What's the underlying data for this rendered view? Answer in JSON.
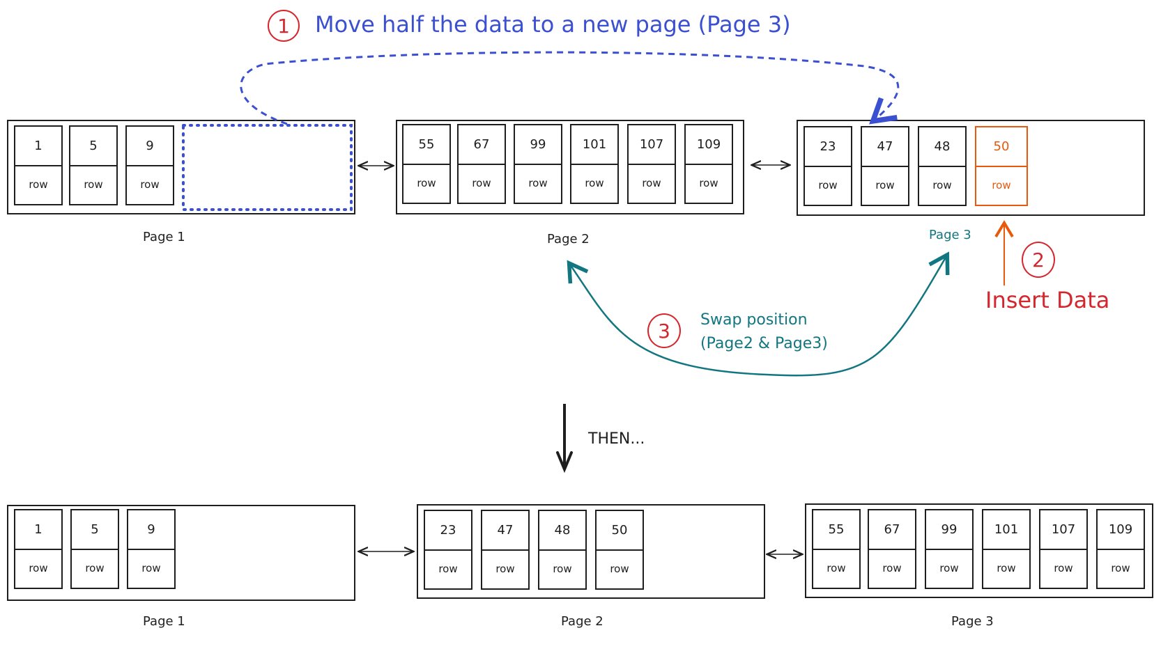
{
  "colors": {
    "blue": "#3b4fd1",
    "red": "#d6262d",
    "orange": "#e8590c",
    "teal": "#127681",
    "black": "#1e1e1e"
  },
  "before": {
    "page1": {
      "label": "Page 1",
      "cells": [
        {
          "key": "1",
          "row": "row"
        },
        {
          "key": "5",
          "row": "row"
        },
        {
          "key": "9",
          "row": "row"
        }
      ]
    },
    "page2": {
      "label": "Page 2",
      "cells": [
        {
          "key": "55",
          "row": "row"
        },
        {
          "key": "67",
          "row": "row"
        },
        {
          "key": "99",
          "row": "row"
        },
        {
          "key": "101",
          "row": "row"
        },
        {
          "key": "107",
          "row": "row"
        },
        {
          "key": "109",
          "row": "row"
        }
      ]
    },
    "page3": {
      "label": "Page 3",
      "cells": [
        {
          "key": "23",
          "row": "row"
        },
        {
          "key": "47",
          "row": "row"
        },
        {
          "key": "48",
          "row": "row"
        },
        {
          "key": "50",
          "row": "row"
        }
      ]
    }
  },
  "steps": {
    "step1": {
      "number": "1",
      "text": "Move half the data to a new page (Page 3)"
    },
    "step2": {
      "number": "2",
      "text": "Insert Data"
    },
    "step3": {
      "number": "3",
      "line1": "Swap position",
      "line2": "(Page2 & Page3)"
    }
  },
  "then_label": "THEN...",
  "after": {
    "page1": {
      "label": "Page 1",
      "cells": [
        {
          "key": "1",
          "row": "row"
        },
        {
          "key": "5",
          "row": "row"
        },
        {
          "key": "9",
          "row": "row"
        }
      ]
    },
    "page2": {
      "label": "Page 2",
      "cells": [
        {
          "key": "23",
          "row": "row"
        },
        {
          "key": "47",
          "row": "row"
        },
        {
          "key": "48",
          "row": "row"
        },
        {
          "key": "50",
          "row": "row"
        }
      ]
    },
    "page3": {
      "label": "Page 3",
      "cells": [
        {
          "key": "55",
          "row": "row"
        },
        {
          "key": "67",
          "row": "row"
        },
        {
          "key": "99",
          "row": "row"
        },
        {
          "key": "101",
          "row": "row"
        },
        {
          "key": "107",
          "row": "row"
        },
        {
          "key": "109",
          "row": "row"
        }
      ]
    }
  }
}
